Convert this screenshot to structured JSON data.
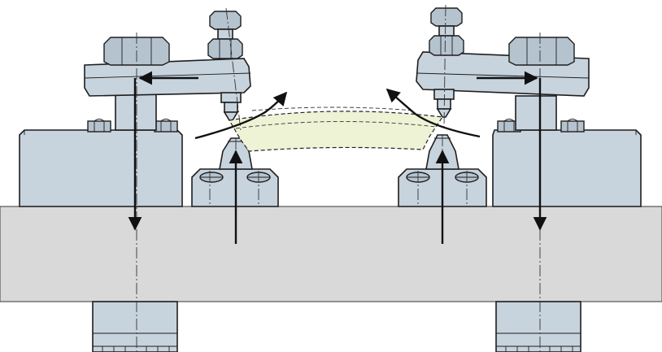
{
  "diagram": {
    "kind": "mechanical-clamping-setup",
    "symmetry": "mirrored-left-right",
    "colors": {
      "steel": "#c7d3dd",
      "steel_shade": "#b5c3cf",
      "base_plate": "#d9d9d9",
      "workpiece": "#eef3d6",
      "arrows": "#111111",
      "outline": "#1e1e1e"
    },
    "components": [
      "base-plate",
      "clamp-block-left",
      "clamp-block-right",
      "clamp-lever-left",
      "clamp-lever-right",
      "clamp-bolt-left",
      "clamp-bolt-right",
      "pressure-screw-left",
      "pressure-screw-right",
      "support-pin-left",
      "support-pin-right",
      "workpiece"
    ],
    "arrows": [
      "lever-pull-left",
      "lever-pull-right",
      "bolt-force-down-left",
      "bolt-force-down-right",
      "support-force-up-left",
      "support-force-up-right",
      "deflection-curve-left",
      "deflection-curve-right"
    ]
  }
}
